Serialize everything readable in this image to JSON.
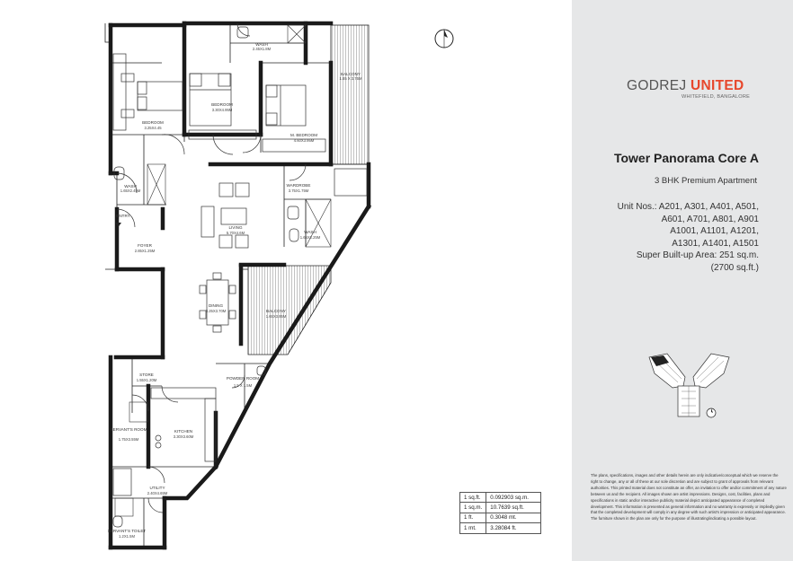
{
  "brand": {
    "name_light": "GODREJ ",
    "name_bold": "UNITED",
    "location": "WHITEFIELD, BANGALORE"
  },
  "title": "Tower Panorama Core A",
  "subtitle": "3 BHK Premium Apartment",
  "units": {
    "lines": [
      "Unit Nos.: A201, A301, A401, A501,",
      "A601, A701, A801, A901",
      "A1001, A1101, A1201,",
      "A1301, A1401, A1501",
      "Super Built-up Area: 251 sq.m.",
      "(2700 sq.ft.)"
    ]
  },
  "rooms": [
    {
      "id": "wash-top",
      "name": "WASH",
      "dims": "2.45X1.8M"
    },
    {
      "id": "balcony-top",
      "name": "BALCONY",
      "dims": "1.65 X 3.75M"
    },
    {
      "id": "bedroom-left",
      "name": "BEDROOM",
      "dims": "3.25X4.45"
    },
    {
      "id": "bedroom-middle",
      "name": "BEDROOM",
      "dims": "3.30X4.95M"
    },
    {
      "id": "m-bedroom",
      "name": "M. BEDROOM",
      "dims": "4.60X3.95M"
    },
    {
      "id": "wash-left",
      "name": "WASH",
      "dims": "1.65X2.45M"
    },
    {
      "id": "wardrobe",
      "name": "WARDROBE",
      "dims": "3.75X1.75M"
    },
    {
      "id": "entry",
      "name": "ENTRY",
      "dims": ""
    },
    {
      "id": "living",
      "name": "LIVING",
      "dims": "5.70X4.6M"
    },
    {
      "id": "wash-right",
      "name": "WASH",
      "dims": "1.65X2.25M"
    },
    {
      "id": "foyer",
      "name": "FOYER",
      "dims": "2.85X1.25M"
    },
    {
      "id": "balcony-right",
      "name": "BALCONY",
      "dims": "1.65X3.95M"
    },
    {
      "id": "dining",
      "name": "DINING",
      "dims": "3.25X3.70M"
    },
    {
      "id": "store",
      "name": "STORE",
      "dims": "1.55X1.20M"
    },
    {
      "id": "powder",
      "name": "POWDER ROOM",
      "dims": "1.5 X 1.5M"
    },
    {
      "id": "servants",
      "name": "SERVANT'S ROOM",
      "dims": "1.75X3.55M"
    },
    {
      "id": "kitchen",
      "name": "KITCHEN",
      "dims": "3.30X3.60M"
    },
    {
      "id": "utility",
      "name": "UTILITY",
      "dims": "2.40X4.65M"
    },
    {
      "id": "servants-toilet",
      "name": "SERVANT'S TOILET",
      "dims": "1.2X1.5M"
    }
  ],
  "conversions": [
    {
      "unit": "1 sq.ft.",
      "value": "0.092903 sq.m."
    },
    {
      "unit": "1 sq.m.",
      "value": "10.7639 sq.ft."
    },
    {
      "unit": "1 ft.",
      "value": "0.3048 mt."
    },
    {
      "unit": "1 mt.",
      "value": "3.28084 ft."
    }
  ],
  "disclaimer": "The plans, specifications, images and other details herein are only indicative/conceptual which we reserve the right to change, any or all of these at our sole discretion and are subject to grant of approvals from relevant authorities. This printed material does not constitute an offer, an invitation to offer and/or commitment of any nature between us and the recipient. All images shown are artist impressions. Designs, cost, facilities, plans and specifications in static and/or interactive publicity material depict anticipated appearance of completed development. This information is presented as general information and no warranty is expressly or impliedly given that the completed development will comply in any degree with such artist's impression or anticipated appearance. The furniture shown in the plan are only for the purpose of illustrating/indicating a possible layout.",
  "colors": {
    "brand_accent": "#e7472c",
    "panel_bg": "#e6e7e8",
    "wall": "#1a1a1a"
  },
  "icons": {
    "north": "north-arrow-icon",
    "entry": "entry-arrow-icon"
  }
}
